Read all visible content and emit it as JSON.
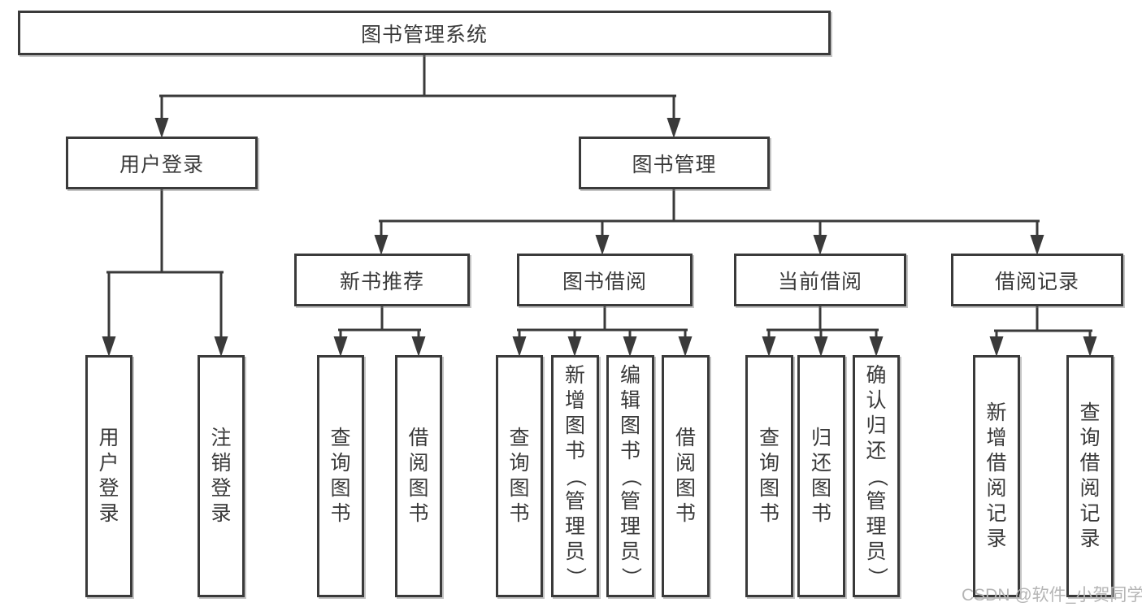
{
  "diagram": {
    "root": {
      "label": "图书管理系统"
    },
    "level2": [
      {
        "label": "用户登录",
        "parent": "图书管理系统"
      },
      {
        "label": "图书管理",
        "parent": "图书管理系统"
      }
    ],
    "level3": [
      {
        "label": "新书推荐",
        "parent": "图书管理"
      },
      {
        "label": "图书借阅",
        "parent": "图书管理"
      },
      {
        "label": "当前借阅",
        "parent": "图书管理"
      },
      {
        "label": "借阅记录",
        "parent": "图书管理"
      }
    ],
    "leaves": [
      {
        "label": "用户登录",
        "parent": "用户登录"
      },
      {
        "label": "注销登录",
        "parent": "用户登录"
      },
      {
        "label": "查询图书",
        "parent": "新书推荐"
      },
      {
        "label": "借阅图书",
        "parent": "新书推荐"
      },
      {
        "label": "查询图书",
        "parent": "图书借阅"
      },
      {
        "label": "新增图书（管理员）",
        "parent": "图书借阅"
      },
      {
        "label": "编辑图书（管理员）",
        "parent": "图书借阅"
      },
      {
        "label": "借阅图书",
        "parent": "图书借阅"
      },
      {
        "label": "查询图书",
        "parent": "当前借阅"
      },
      {
        "label": "归还图书",
        "parent": "当前借阅"
      },
      {
        "label": "确认归还（管理员）",
        "parent": "当前借阅"
      },
      {
        "label": "新增借阅记录",
        "parent": "借阅记录"
      },
      {
        "label": "查询借阅记录",
        "parent": "借阅记录"
      }
    ]
  },
  "watermark": {
    "text": "CSDN @软件_小贺同学"
  },
  "colors": {
    "line": "#3a3a3a",
    "text": "#3a3a3a",
    "node_background": "#ffffff",
    "background": "#ffffff",
    "watermark": "#b5b5b5"
  }
}
